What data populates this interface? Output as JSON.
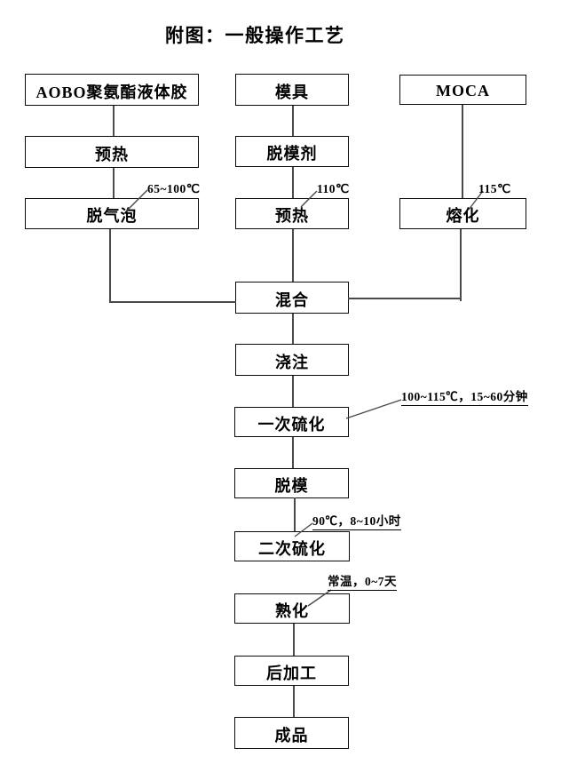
{
  "title": "附图：一般操作工艺",
  "nodes": {
    "aobo": {
      "label": "AOBO聚氨酯液体胶"
    },
    "preheat_left": {
      "label": "预热"
    },
    "degas": {
      "label": "脱气泡"
    },
    "mold": {
      "label": "模具"
    },
    "release_agent": {
      "label": "脱模剂"
    },
    "preheat_mid": {
      "label": "预热"
    },
    "moca": {
      "label": "MOCA"
    },
    "melt": {
      "label": "熔化"
    },
    "mix": {
      "label": "混合"
    },
    "pour": {
      "label": "浇注"
    },
    "primary_cure": {
      "label": "一次硫化"
    },
    "demold": {
      "label": "脱模"
    },
    "secondary_cure": {
      "label": "二次硫化"
    },
    "aging": {
      "label": "熟化"
    },
    "post_processing": {
      "label": "后加工"
    },
    "finished_product": {
      "label": "成品"
    }
  },
  "annotations": {
    "degas_temp": "65~100℃",
    "mold_preheat_temp": "110℃",
    "melt_temp": "115℃",
    "primary_cure_condition": "100~115℃，15~60分钟",
    "secondary_cure_condition": "90℃，8~10小时",
    "aging_condition": "常温，0~7天"
  }
}
